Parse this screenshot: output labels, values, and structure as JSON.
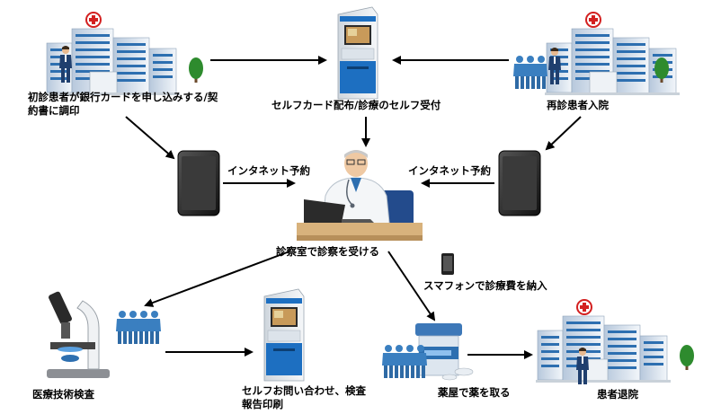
{
  "labels": {
    "first_visit": "初診患者が銀行カードを申し込みする/契約書に調印",
    "self_card": "セルフカード配布/診療のセルフ受付",
    "revisit": "再診患者入院",
    "internet_left": "インタネット予約",
    "internet_right": "インタネット予約",
    "consult": "診察室で診察を受ける",
    "smartphone_pay": "スマフォンで診療費を納入",
    "medical_exam": "医療技術検査",
    "self_inquiry_1": "セルフお問い合わせ、検査",
    "self_inquiry_2": "報告印刷",
    "pharmacy": "薬屋で薬を取る",
    "discharge": "患者退院"
  },
  "colors": {
    "building": "#2d6fb0",
    "building_light": "#dfe8f2",
    "kiosk": "#1d6fc1",
    "people": "#3a7fc0",
    "phone": "#2b2b2b",
    "arrow": "#000000",
    "tree": "#2e8b2e"
  },
  "icons": [
    "hospital-building-icon",
    "kiosk-icon",
    "tablet-icon",
    "doctor-icon",
    "microscope-icon",
    "medicine-bottle-icon",
    "person-icon",
    "people-group-icon"
  ]
}
